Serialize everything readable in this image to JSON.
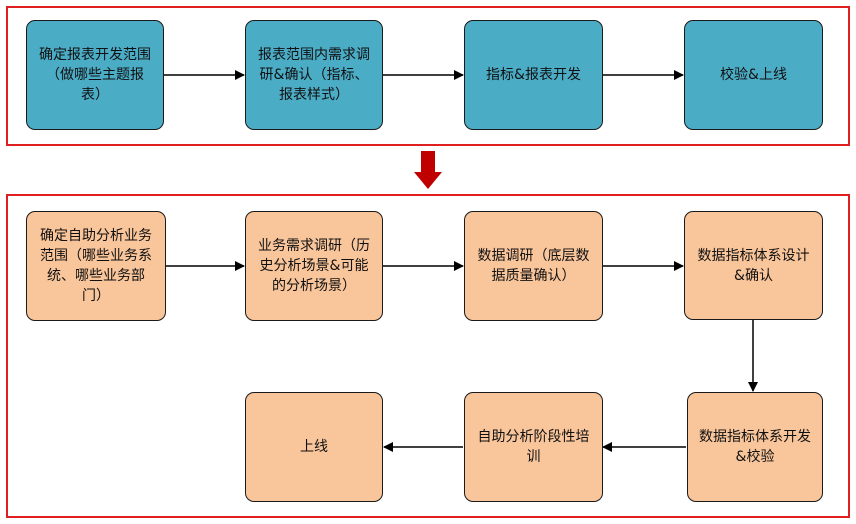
{
  "top_flow": {
    "steps": [
      "确定报表开发范围\n（做哪些主题报\n表）",
      "报表范围内需求调\n研&确认（指标、\n报表样式）",
      "指标&报表开发",
      "校验&上线"
    ]
  },
  "bottom_flow": {
    "steps": [
      "确定自助分析业务\n范围（哪些业务系\n统、哪些业务部\n门）",
      "业务需求调研（历\n史分析场景&可能\n的分析场景）",
      "数据调研（底层数\n据质量确认）",
      "数据指标体系设计\n&确认",
      "数据指标体系开发\n&校验",
      "自助分析阶段性培\n训",
      "上线"
    ]
  },
  "colors": {
    "frame": "#e02020",
    "top_box": "#4bacc6",
    "bottom_box": "#f9c59b",
    "transition_arrow": "#c00000",
    "connector": "#000000"
  },
  "icons": {
    "transition": "down-arrow-icon"
  }
}
